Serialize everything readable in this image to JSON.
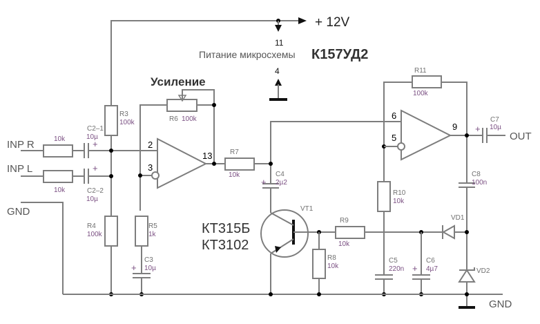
{
  "power": {
    "supply": "+ 12V",
    "pin_vcc": "11",
    "pin_gnd": "4",
    "note": "Питание микросхемы",
    "ic": "К157УД2"
  },
  "gain_label": "Усиление",
  "nets": {
    "inp_r": "INP R",
    "inp_l": "INP L",
    "gnd_in": "GND",
    "gnd_out": "GND",
    "out": "OUT"
  },
  "opamp1": {
    "pin_noninv": "2",
    "pin_inv": "3",
    "pin_out": "13"
  },
  "opamp2": {
    "pin_noninv": "6",
    "pin_inv": "5",
    "pin_out": "9"
  },
  "transistor": {
    "ref": "VT1",
    "type1": "КТ315Б",
    "type2": "КТ3102"
  },
  "components": {
    "r_in_r": {
      "value": "10k"
    },
    "r_in_l": {
      "value": "10k"
    },
    "c2_1": {
      "ref": "C2–1",
      "value": "10µ"
    },
    "c2_2": {
      "ref": "C2–2",
      "value": "10µ"
    },
    "r3": {
      "ref": "R3",
      "value": "100k"
    },
    "r4": {
      "ref": "R4",
      "value": "100k"
    },
    "r5": {
      "ref": "R5",
      "value": "1k"
    },
    "c3": {
      "ref": "C3",
      "value": "10µ"
    },
    "r6": {
      "ref": "R6",
      "value": "100k"
    },
    "r7": {
      "ref": "R7",
      "value": "10k"
    },
    "c4": {
      "ref": "C4",
      "value": "2µ2"
    },
    "r8": {
      "ref": "R8",
      "value": "10k"
    },
    "r9": {
      "ref": "R9",
      "value": "10k"
    },
    "r10": {
      "ref": "R10",
      "value": "10k"
    },
    "r11": {
      "ref": "R11",
      "value": "100k"
    },
    "c5": {
      "ref": "C5",
      "value": "220n"
    },
    "c6": {
      "ref": "C6",
      "value": "4µ7"
    },
    "c7": {
      "ref": "C7",
      "value": "10µ"
    },
    "c8": {
      "ref": "C8",
      "value": "100n"
    },
    "vd1": {
      "ref": "VD1"
    },
    "vd2": {
      "ref": "VD2"
    }
  },
  "polarity_mark": "+"
}
